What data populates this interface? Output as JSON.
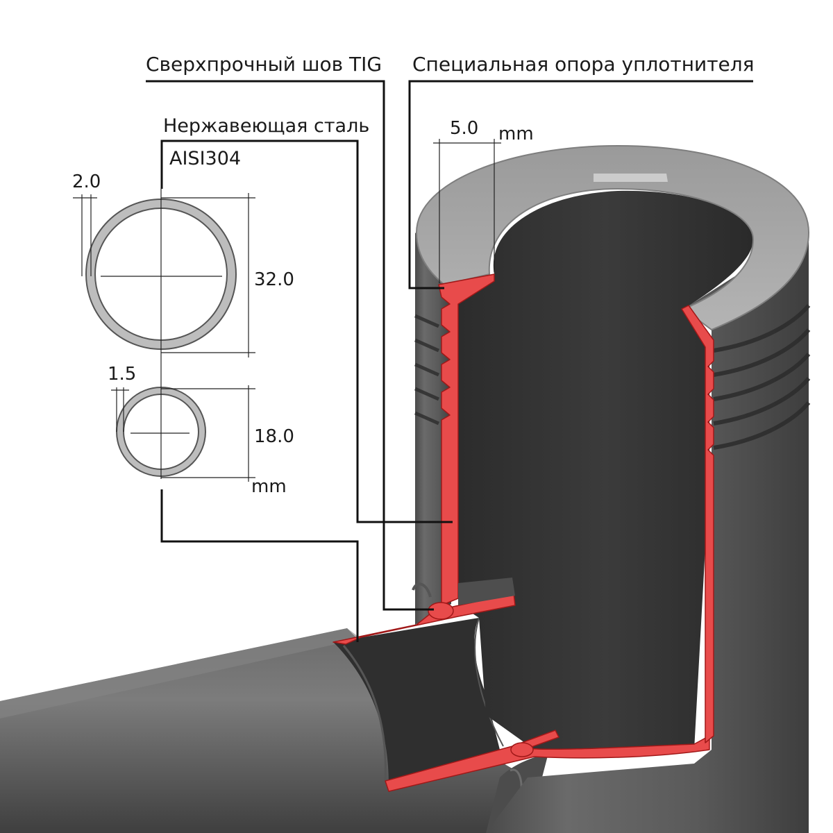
{
  "callouts": {
    "weld": "Сверхпрочный шов TIG",
    "seal_support": "Специальная опора уплотнителя",
    "material_line1": "Нержавеющая сталь",
    "material_line2": "AISI304"
  },
  "large_tube": {
    "wall": "2.0",
    "diameter": "32.0"
  },
  "small_tube": {
    "wall": "1.5",
    "diameter": "18.0",
    "unit": "mm"
  },
  "thread": {
    "depth": "5.0",
    "unit": "mm"
  },
  "colors": {
    "cut_section": "#e84b4b",
    "tube_body": "#5c5c5c",
    "tube_interior": "#3a3a3a",
    "tube_rim": "#a9a9a9"
  }
}
